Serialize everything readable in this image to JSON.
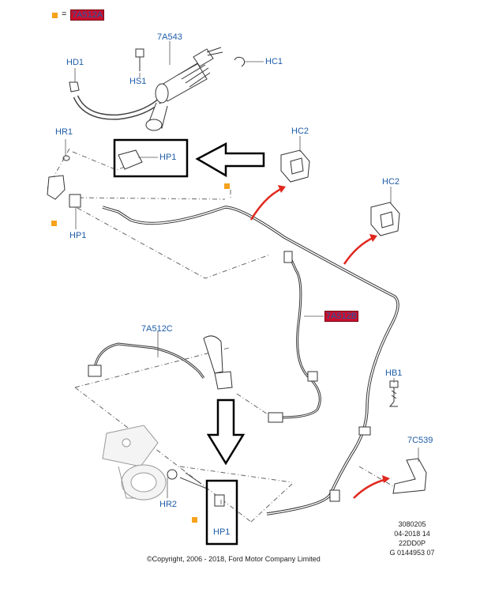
{
  "legend": {
    "symbol_color": "#f6a21a",
    "equals": "=",
    "label": "7A512A"
  },
  "labels": {
    "a7a543": "7A543",
    "hd1": "HD1",
    "hs1": "HS1",
    "hc1": "HC1",
    "hr1": "HR1",
    "hp1_top": "HP1",
    "hp1_left": "HP1",
    "hc2_a": "HC2",
    "hc2_b": "HC2",
    "a7a512b": "7A512B",
    "a7a512c": "7A512C",
    "hb1": "HB1",
    "a7c539": "7C539",
    "hr2": "HR2",
    "hp1_bottom": "HP1"
  },
  "reference": [
    "3080205",
    "04-2018 14",
    "22DD0P",
    "G 0144953 07"
  ],
  "copyright": "©Copyright, 2006 - 2018, Ford Motor Company Limited",
  "colors": {
    "label_blue": "#1e5ca8",
    "highlight_red": "#c8102e",
    "arrow_red": "#e0281e",
    "marker_orange": "#f6a21a"
  }
}
